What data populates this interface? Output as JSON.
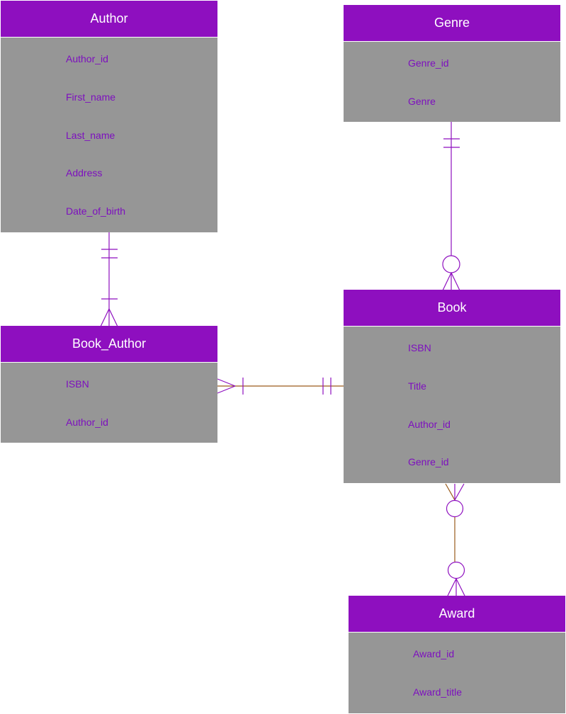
{
  "colors": {
    "header": "#8e0fbf",
    "body": "#969696",
    "attribute_text": "#7d0fbf",
    "header_text": "#ffffff",
    "relationship_line": "#8e0fbf",
    "relationship_line_alt": "#9a5a1a"
  },
  "entities": {
    "author": {
      "name": "Author",
      "attributes": [
        "Author_id",
        "First_name",
        "Last_name",
        "Address",
        "Date_of_birth"
      ]
    },
    "genre": {
      "name": "Genre",
      "attributes": [
        "Genre_id",
        "Genre"
      ]
    },
    "book_author": {
      "name": "Book_Author",
      "attributes": [
        "ISBN",
        "Author_id"
      ]
    },
    "book": {
      "name": "Book",
      "attributes": [
        "ISBN",
        "Title",
        "Author_id",
        "Genre_id"
      ]
    },
    "award": {
      "name": "Award",
      "attributes": [
        "Award_id",
        "Award_title"
      ]
    }
  },
  "relationships": [
    {
      "from": "Author",
      "to": "Book_Author",
      "from_cardinality": "one-and-only-one",
      "to_cardinality": "one-or-many"
    },
    {
      "from": "Genre",
      "to": "Book",
      "from_cardinality": "one-and-only-one",
      "to_cardinality": "zero-or-many"
    },
    {
      "from": "Book",
      "to": "Book_Author",
      "from_cardinality": "one-and-only-one",
      "to_cardinality": "one-or-many"
    },
    {
      "from": "Book",
      "to": "Award",
      "from_cardinality": "zero-or-many",
      "to_cardinality": "zero-or-many"
    }
  ]
}
